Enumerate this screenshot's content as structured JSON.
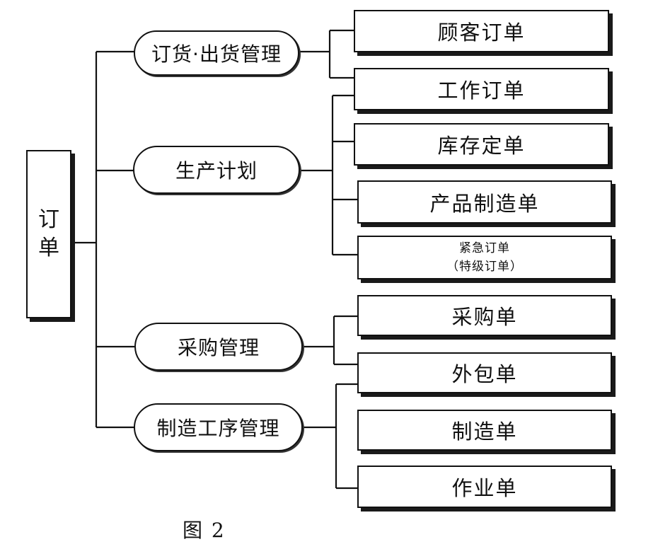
{
  "root": {
    "chars": [
      "订",
      "单"
    ]
  },
  "categories": [
    {
      "label": "订货·出货管理"
    },
    {
      "label": "生产计划"
    },
    {
      "label": "采购管理"
    },
    {
      "label": "制造工序管理"
    }
  ],
  "leaves": [
    {
      "label": "顾客订单"
    },
    {
      "label": "工作订单"
    },
    {
      "label": "库存定单"
    },
    {
      "label": "产品制造单"
    },
    {
      "line1": "紧急订单",
      "line2": "（特级订单）"
    },
    {
      "label": "采购单"
    },
    {
      "label": "外包单"
    },
    {
      "label": "制造单"
    },
    {
      "label": "作业单"
    }
  ],
  "caption": "图 2"
}
